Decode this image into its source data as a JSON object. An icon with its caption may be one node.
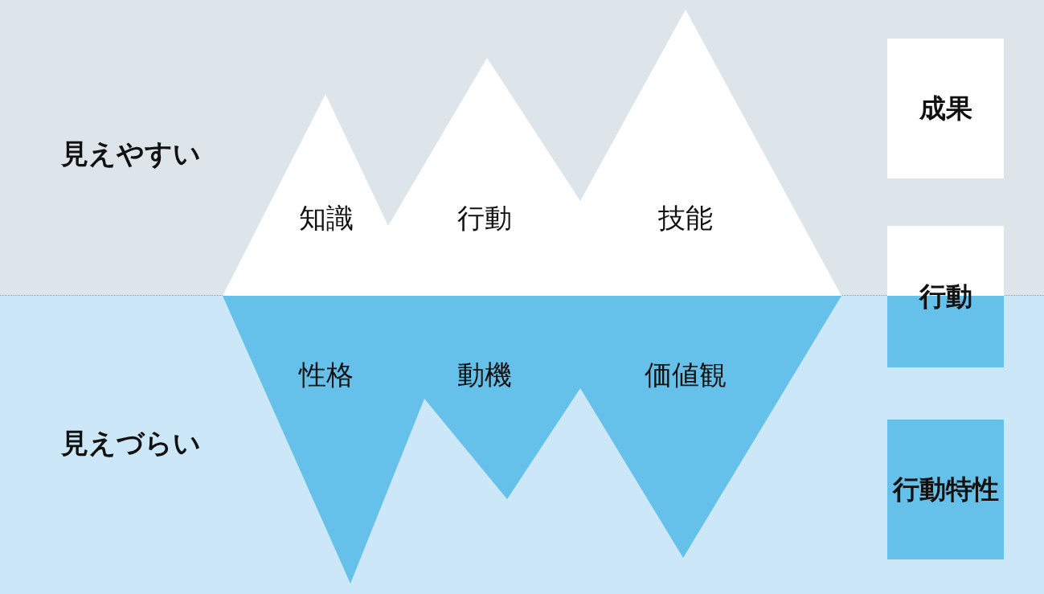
{
  "diagram": {
    "nodes": [
      {
        "text": [
          "成果"
        ]
      },
      {
        "text": [
          "行動"
        ]
      },
      {
        "text": [
          "行動特性"
        ]
      }
    ],
    "labels": [
      "見えやすい",
      "知識",
      "行動",
      "技能",
      "性格",
      "動機",
      "価値観",
      "見えづらい"
    ]
  }
}
